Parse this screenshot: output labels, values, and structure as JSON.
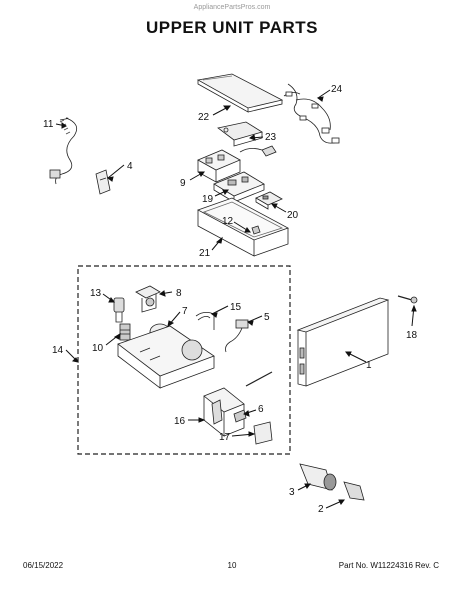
{
  "watermark": "AppliancePartsPros.com",
  "title": "UPPER UNIT PARTS",
  "callouts": {
    "c1": "1",
    "c2": "2",
    "c3": "3",
    "c4": "4",
    "c5": "5",
    "c6": "6",
    "c7": "7",
    "c8": "8",
    "c9": "9",
    "c10": "10",
    "c11": "11",
    "c12": "12",
    "c13": "13",
    "c14": "14",
    "c15": "15",
    "c16": "16",
    "c17": "17",
    "c18": "18",
    "c19": "19",
    "c20": "20",
    "c21": "21",
    "c22": "22",
    "c23": "23",
    "c24": "24"
  },
  "footer": {
    "date": "06/15/2022",
    "page": "10",
    "part": "Part No. W11224316  Rev. C"
  }
}
